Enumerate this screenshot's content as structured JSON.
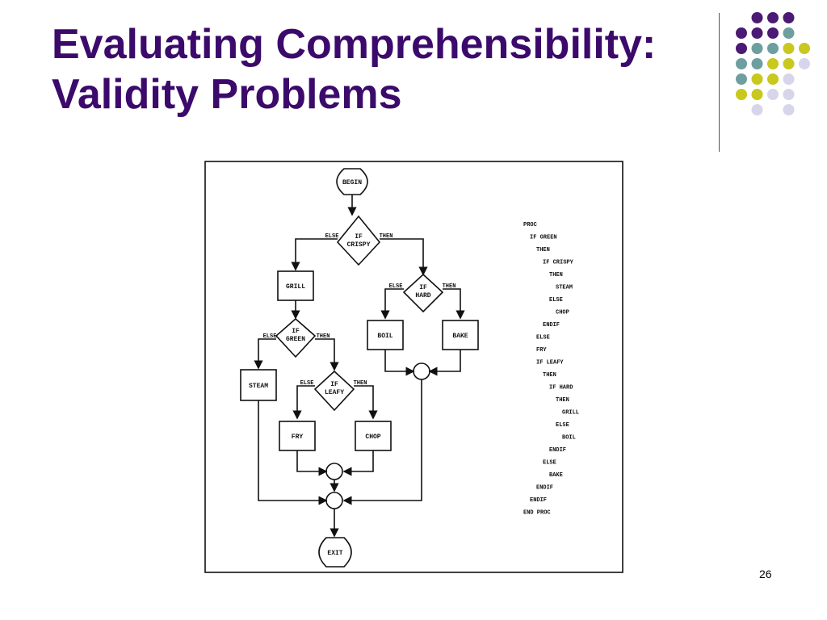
{
  "slide": {
    "title_line1": "Evaluating Comprehensibility:",
    "title_line2": "Validity Problems",
    "slide_number": "26"
  },
  "colors": {
    "title": "#3b0a6b",
    "dot_purple": "#4b1a75",
    "dot_teal": "#6e9ea0",
    "dot_yellow": "#c8c81e",
    "dot_lavender": "#d7d5ea"
  },
  "flowchart": {
    "nodes": {
      "begin": "BEGIN",
      "if_crispy_1": "IF",
      "if_crispy_2": "CRISPY",
      "grill": "GRILL",
      "if_hard_1": "IF",
      "if_hard_2": "HARD",
      "boil": "BOIL",
      "bake": "BAKE",
      "if_green_1": "IF",
      "if_green_2": "GREEN",
      "steam": "STEAM",
      "if_leafy_1": "IF",
      "if_leafy_2": "LEAFY",
      "fry": "FRY",
      "chop": "CHOP",
      "exit": "EXIT"
    },
    "branch_labels": {
      "crispy_else": "ELSE",
      "crispy_then": "THEN",
      "hard_else": "ELSE",
      "hard_then": "THEN",
      "green_else": "ELSE",
      "green_then": "THEN",
      "leafy_else": "ELSE",
      "leafy_then": "THEN"
    }
  },
  "pseudocode": [
    "PROC",
    "IF GREEN",
    "THEN",
    "IF CRISPY",
    "THEN",
    "STEAM",
    "ELSE",
    "CHOP",
    "ENDIF",
    "ELSE",
    "FRY",
    "IF LEAFY",
    "THEN",
    "IF HARD",
    "THEN",
    "GRILL",
    "ELSE",
    "BOIL",
    "ENDIF",
    "ELSE",
    "BAKE",
    "ENDIF",
    "ENDIF",
    "END PROC"
  ]
}
